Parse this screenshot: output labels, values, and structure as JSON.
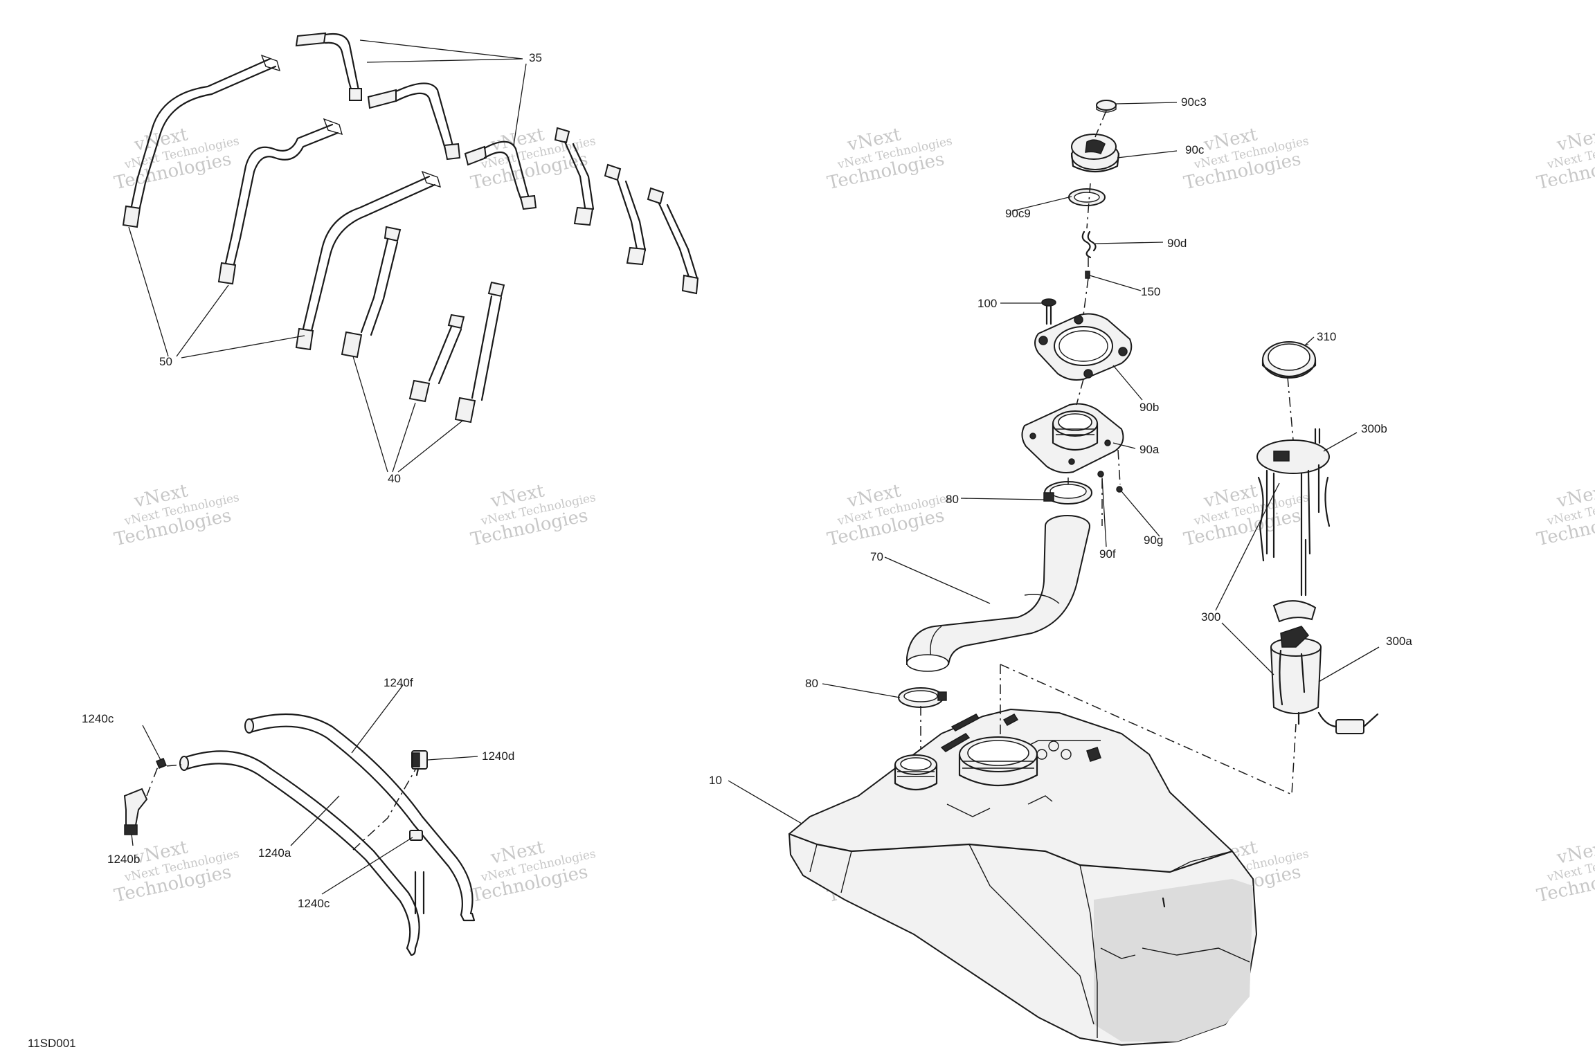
{
  "figure_id": "11SD001",
  "watermark": {
    "line1": "vNext",
    "line2": "vNext Technologies",
    "line3": "Technologies"
  },
  "callouts": {
    "c35": "35",
    "c50": "50",
    "c40": "40",
    "c90c3": "90c3",
    "c90c": "90c",
    "c90c9": "90c9",
    "c90d": "90d",
    "c150": "150",
    "c100": "100",
    "c310": "310",
    "c90b": "90b",
    "c90a": "90a",
    "c300b": "300b",
    "c80a": "80",
    "c90g": "90g",
    "c90f": "90f",
    "c70": "70",
    "c300": "300",
    "c300a": "300a",
    "c80b": "80",
    "c10": "10",
    "c1240f": "1240f",
    "c1240c_top": "1240c",
    "c1240d": "1240d",
    "c1240b": "1240b",
    "c1240a": "1240a",
    "c1240c_bottom": "1240c"
  }
}
